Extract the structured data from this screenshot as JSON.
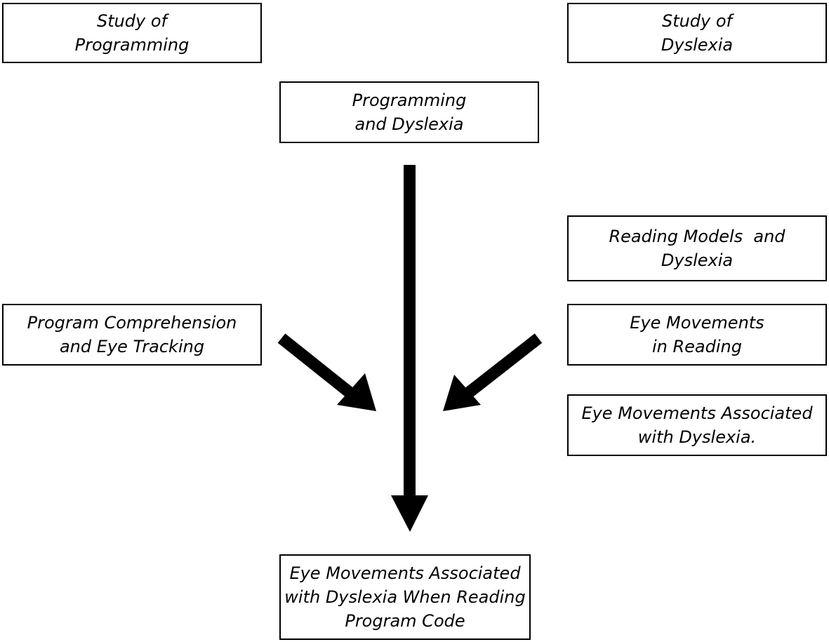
{
  "boxes": {
    "study_programming": [
      "Study of",
      "Programming"
    ],
    "study_dyslexia": [
      "Study of",
      "Dyslexia"
    ],
    "programming_dyslexia": [
      "Programming",
      "and Dyslexia"
    ],
    "reading_models": [
      "Reading Models  and",
      "Dyslexia"
    ],
    "program_comprehension": [
      "Program Comprehension",
      "and Eye Tracking"
    ],
    "eye_movements_reading": [
      "Eye Movements",
      "in Reading"
    ],
    "eye_movements_dyslexia": [
      "Eye Movements Associated",
      "with Dyslexia."
    ],
    "goal": [
      "Eye Movements Associated",
      "with Dyslexia When Reading",
      "Program Code"
    ]
  },
  "colors": {
    "stroke": "#000000",
    "background": "#ffffff"
  }
}
